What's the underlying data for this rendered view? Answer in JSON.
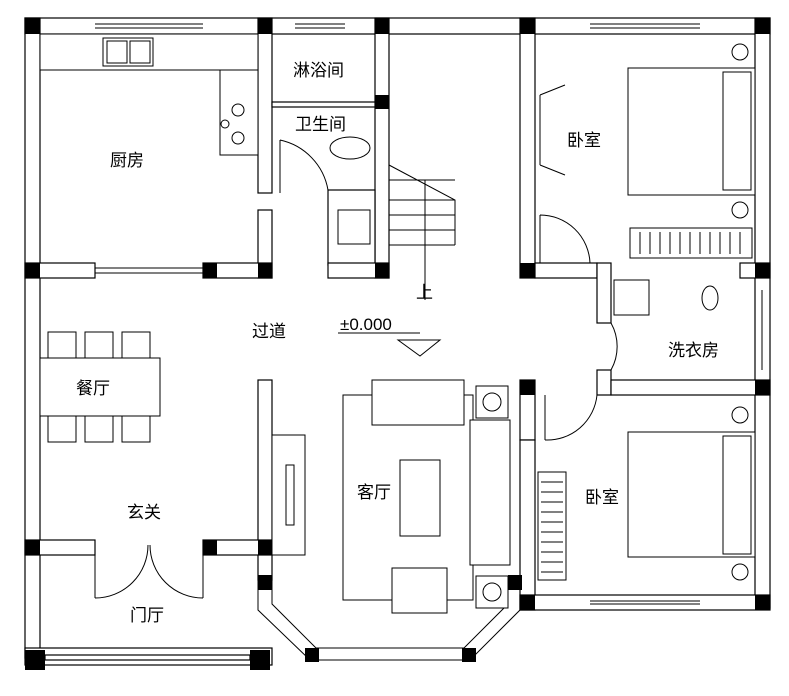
{
  "plan": {
    "rooms": {
      "kitchen": "厨房",
      "shower": "淋浴间",
      "toilet": "卫生间",
      "bedroom_top": "卧室",
      "bedroom_bottom": "卧室",
      "laundry": "洗衣房",
      "corridor": "过道",
      "dining": "餐厅",
      "living": "客厅",
      "foyer": "玄关",
      "porch": "门厅"
    },
    "elevation": "±0.000",
    "stair_up": "上"
  }
}
